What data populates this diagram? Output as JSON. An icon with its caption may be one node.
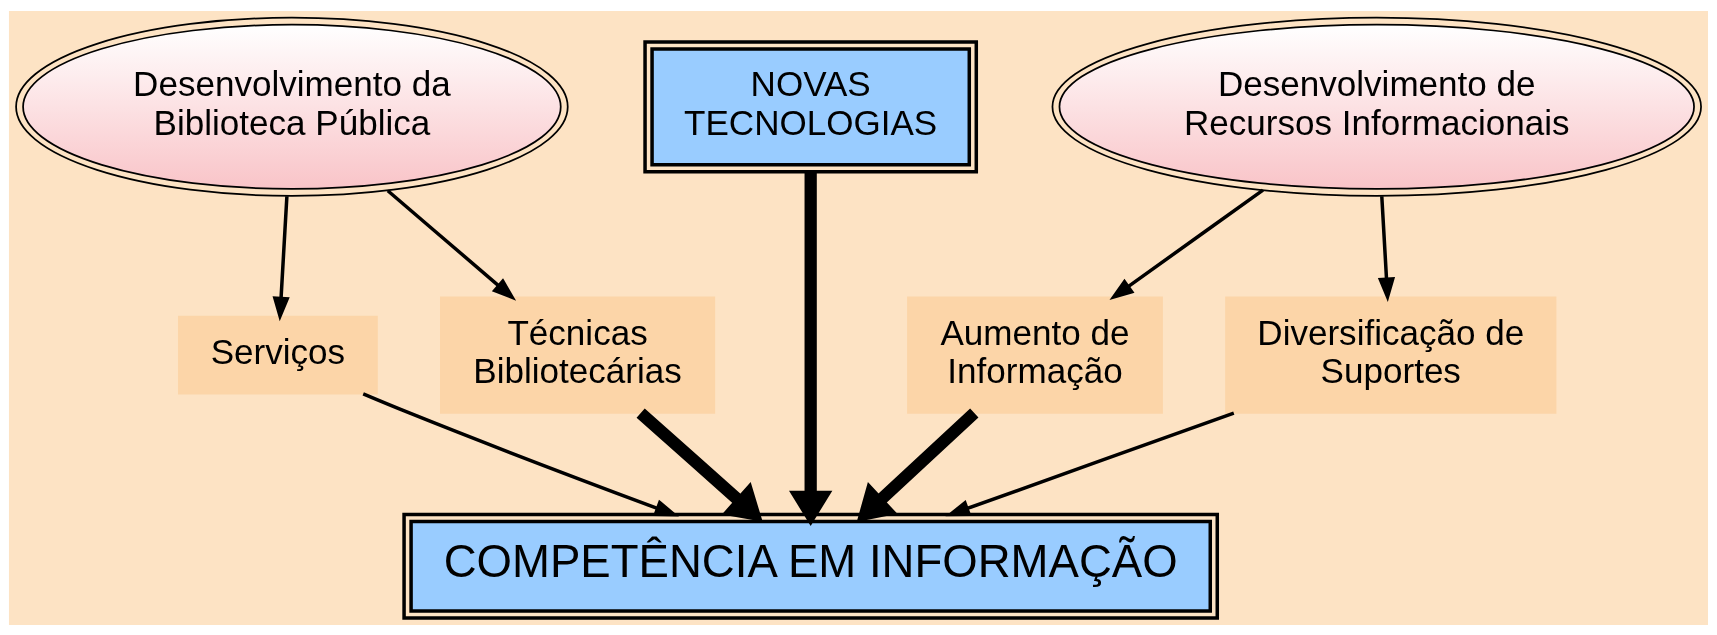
{
  "diagram": {
    "nodes": [
      {
        "text": [
          "Desenvolvimento da Biblioteca Pública"
        ]
      },
      {
        "text": [
          "NOVAS TECNOLOGIAS"
        ]
      },
      {
        "text": [
          "Desenvolvimento de Recursos Informacionais"
        ]
      },
      {
        "text": [
          "Serviços"
        ]
      },
      {
        "text": [
          "Técnicas Bibliotecárias"
        ]
      },
      {
        "text": [
          "Aumento de Informação"
        ]
      },
      {
        "text": [
          "Diversificação de Suportes"
        ]
      },
      {
        "text": [
          "COMPETÊNCIA EM INFORMAÇÃO"
        ]
      }
    ],
    "edges": [
      {
        "from": 0,
        "to": 3,
        "arrow": "to"
      },
      {
        "from": 0,
        "to": 4,
        "arrow": "to"
      },
      {
        "from": 2,
        "to": 5,
        "arrow": "to"
      },
      {
        "from": 2,
        "to": 6,
        "arrow": "to"
      },
      {
        "from": 3,
        "to": 7,
        "arrow": "to"
      },
      {
        "from": 4,
        "to": 7,
        "arrow": "to",
        "style": "thick"
      },
      {
        "from": 1,
        "to": 7,
        "arrow": "to",
        "style": "thick"
      },
      {
        "from": 5,
        "to": 7,
        "arrow": "to",
        "style": "thick"
      },
      {
        "from": 6,
        "to": 7,
        "arrow": "to"
      }
    ]
  }
}
